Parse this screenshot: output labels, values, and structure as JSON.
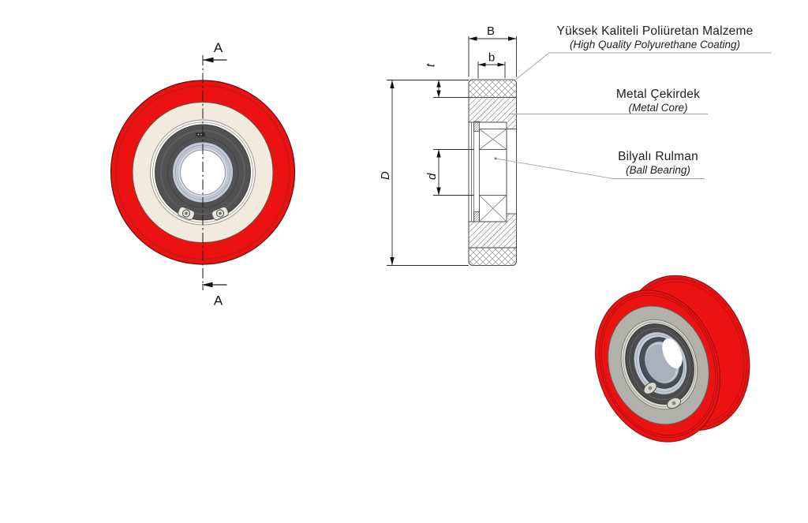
{
  "front_view": {
    "section_label_top": "A",
    "section_label_bottom": "A"
  },
  "section_view": {
    "dim_width": "B",
    "dim_bearing_width": "b",
    "dim_coating_thickness": "t",
    "dim_outer_diameter": "D",
    "dim_bore_diameter": "d"
  },
  "callouts": {
    "polyurethane": {
      "title": "Yüksek Kaliteli Poliüretan Malzeme",
      "subtitle": "(High Quality Polyurethane Coating)"
    },
    "metal_core": {
      "title": "Metal Çekirdek",
      "subtitle": "(Metal Core)"
    },
    "ball_bearing": {
      "title": "Bilyalı Rulman",
      "subtitle": "(Ball Bearing)"
    }
  },
  "colors": {
    "polyurethane_red": "#ec1212",
    "core_cream": "#f0ebdc",
    "metal_gray": "#b1b0aa",
    "bearing_dark": "#525252",
    "bearing_steel": "#c4cad4"
  }
}
